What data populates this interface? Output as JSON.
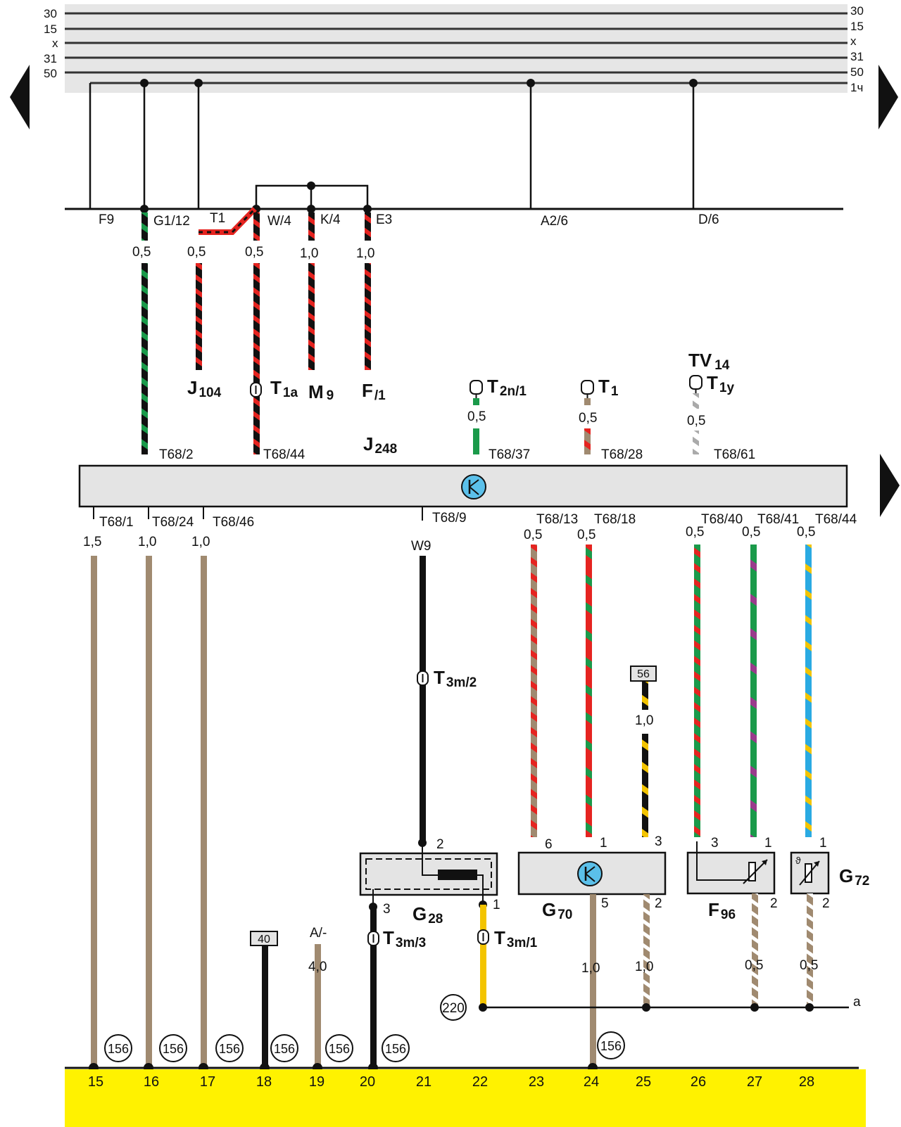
{
  "rails": [
    {
      "label": "30"
    },
    {
      "label": "15"
    },
    {
      "label": "x"
    },
    {
      "label": "31"
    },
    {
      "label": "50"
    },
    {
      "label": "1ч"
    }
  ],
  "fuse_row": {
    "labels": [
      "F9",
      "G1/12",
      "T1",
      "W/4",
      "K/4",
      "E3",
      "A2/6",
      "D/6"
    ]
  },
  "wire_sizes": {
    "top": [
      "0,5",
      "0,5",
      "0,5",
      "1,0",
      "1,0"
    ],
    "T2n": "0,5",
    "T1": "0,5",
    "T1y": "0,5",
    "left_bottom": [
      "1,5",
      "1,0",
      "1,0"
    ],
    "w9": "W9",
    "right_bottom": [
      "0,5",
      "0,5",
      "0,5",
      "0,5",
      "0,5"
    ],
    "g56": "1,0",
    "a_minus": "4,0",
    "lower": [
      "1,0",
      "1,0",
      "0,5",
      "0,5"
    ]
  },
  "components": {
    "J104": {
      "main": "J",
      "sub": "104"
    },
    "T1a": {
      "main": "T",
      "sub": "1a"
    },
    "M9": {
      "main": "M",
      "sub": "9"
    },
    "F1": {
      "main": "F",
      "sub": "/1"
    },
    "J248": {
      "main": "J",
      "sub": "248"
    },
    "T2n1": {
      "main": "T",
      "sub": "2n/1"
    },
    "T1": {
      "main": "T",
      "sub": "1"
    },
    "TV14": {
      "main": "TV",
      "sub": "14"
    },
    "T1y": {
      "main": "T",
      "sub": "1y"
    },
    "T3m2": {
      "main": "T",
      "sub": "3m/2"
    },
    "T3m3": {
      "main": "T",
      "sub": "3m/3"
    },
    "T3m1": {
      "main": "T",
      "sub": "3m/1"
    },
    "G28": {
      "main": "G",
      "sub": "28"
    },
    "G70": {
      "main": "G",
      "sub": "70"
    },
    "F96": {
      "main": "F",
      "sub": "96"
    },
    "G72": {
      "main": "G",
      "sub": "72"
    }
  },
  "connector_pins_top": [
    "T68/2",
    "T68/44",
    "T68/37",
    "T68/28",
    "T68/61"
  ],
  "connector_pins_bottom": [
    "T68/1",
    "T68/24",
    "T68/46",
    "T68/9",
    "T68/13",
    "T68/18",
    "T68/40",
    "T68/41",
    "T68/44"
  ],
  "component_pins": {
    "g28": [
      "2",
      "3",
      "1"
    ],
    "g70": [
      "6",
      "1",
      "3",
      "5",
      "2"
    ],
    "f96": [
      "3",
      "1",
      "2"
    ],
    "g72": [
      "1",
      "2"
    ]
  },
  "boxes": {
    "b56": "56",
    "b40": "40",
    "a_minus": "A/-"
  },
  "ground_label": "220",
  "a_label": "a",
  "ground_ref": "156",
  "footer_numbers": [
    "15",
    "16",
    "17",
    "18",
    "19",
    "20",
    "21",
    "22",
    "23",
    "24",
    "25",
    "26",
    "27",
    "28"
  ],
  "colors": {
    "brown": "#a08a70",
    "black": "#111111",
    "red": "#e52420",
    "green": "#1a9a4a",
    "yellow": "#f3c400",
    "blue": "#2aaae2",
    "violet": "#9a3b8c",
    "white": "#ffffff",
    "grey_band": "#e6e6e6",
    "footer": "#fff200"
  }
}
